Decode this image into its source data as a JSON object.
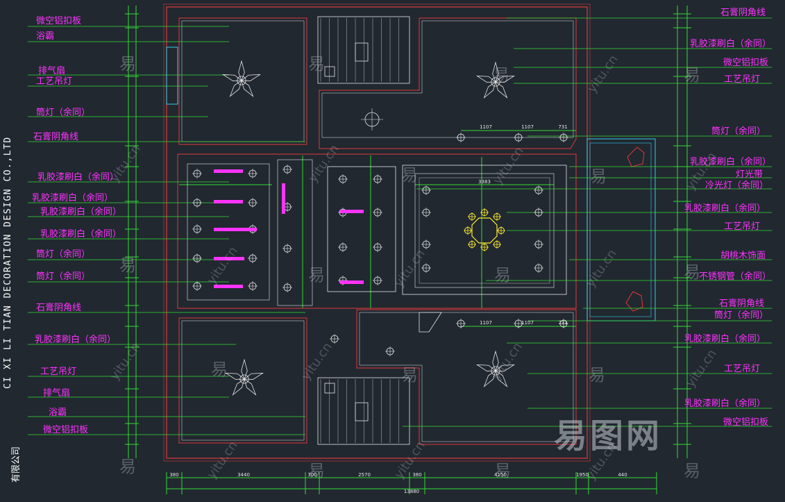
{
  "company": {
    "name_en": "CI XI LI TIAN DECORATION DESIGN CO.,LTD",
    "name_cn_partial": "有限公司"
  },
  "labels_left": [
    "微空铝扣板",
    "浴霸",
    "排气扇",
    "工艺吊灯",
    "筒灯（余同）",
    "石膏阴角线",
    "乳胶漆刷白（余同）",
    "乳胶漆刷白（余同）",
    "乳胶漆刷白（余同）",
    "乳胶漆刷白（余同）",
    "筒灯（余同）",
    "筒灯（余同）",
    "石膏阴角线",
    "乳胶漆刷白（余同）",
    "工艺吊灯",
    "排气扇",
    "浴霸",
    "微空铝扣板"
  ],
  "labels_right": [
    "石膏阴角线",
    "乳胶漆刷白（余同）",
    "微空铝扣板",
    "工艺吊灯",
    "筒灯（余同）",
    "乳胶漆刷白（余同）",
    "灯光带",
    "冷光灯（余同）",
    "乳胶漆刷白（余同）",
    "工艺吊灯",
    "胡桃木饰面",
    "不锈钢管（余同）",
    "石膏阴角线",
    "筒灯（余同）",
    "乳胶漆刷白（余同）",
    "工艺吊灯",
    "乳胶漆刷白（余同）",
    "微空铝扣板"
  ],
  "dimensions_bottom": [
    "380",
    "3440",
    "300",
    "2570",
    "380",
    "4150",
    "1950",
    "440"
  ],
  "dimension_total": "13880",
  "dimensions_top_row": [
    "1107",
    "1107",
    "731"
  ],
  "dimensions_mid_row": [
    "1107",
    "1107",
    "731"
  ],
  "dimension_center_width": "3383",
  "watermark": {
    "brand": "易图网",
    "glyph": "易",
    "url": "yitu.cn"
  },
  "colors": {
    "background": "#212830",
    "wall": "#e03a3a",
    "dimension": "#33dd33",
    "annotation": "#ff33ff",
    "fixture": "#e8e8e8",
    "chandelier": "#ffee33",
    "light_strip": "#33ccee",
    "cad_blue": "#4488ff"
  }
}
